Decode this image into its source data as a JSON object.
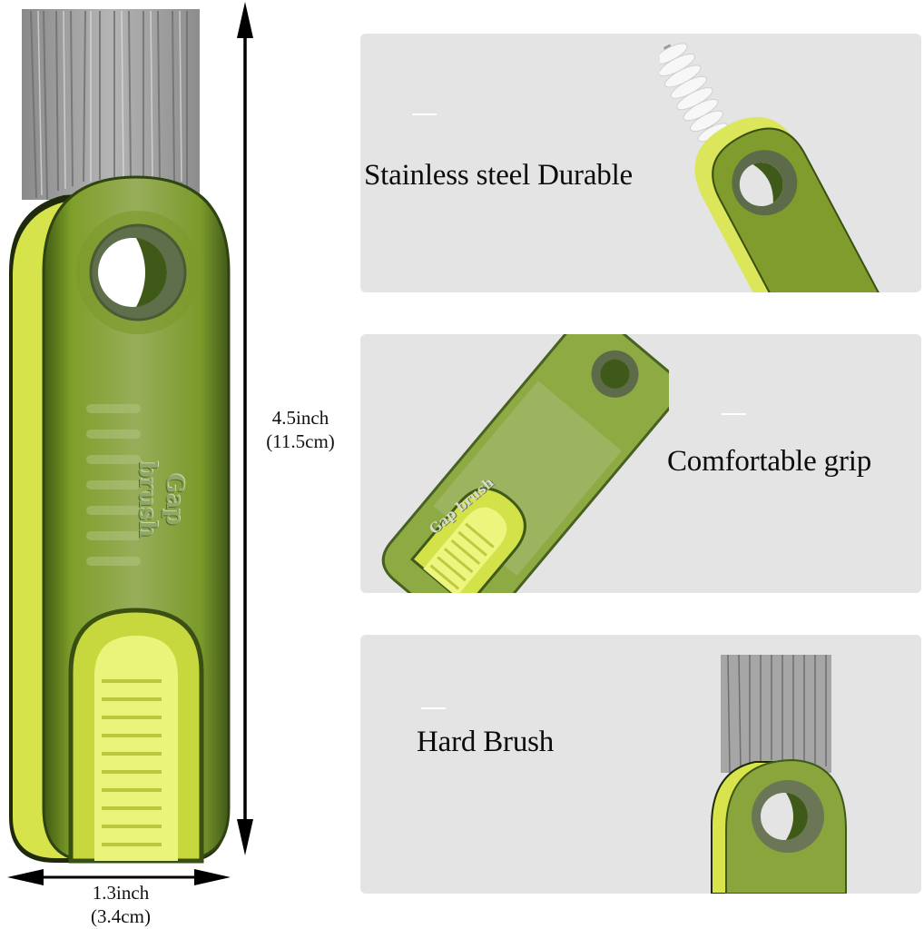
{
  "product": {
    "name_embossed": "Gap brush",
    "colors": {
      "body_green": "#6f8f1e",
      "accent_yellow": "#d9e84a",
      "bristle_gray": "#9a9a9a",
      "panel_bg": "#e4e4e4",
      "background": "#ffffff"
    }
  },
  "dimensions": {
    "height_label": "4.5inch",
    "height_metric": "(11.5cm)",
    "width_label": "1.3inch",
    "width_metric": "(3.4cm)"
  },
  "features": [
    {
      "title": "Stainless steel Durable",
      "image": "spiral-bristle-brush-head"
    },
    {
      "title": "Comfortable grip",
      "image": "silicone-grip-brush-end"
    },
    {
      "title": "Hard Brush",
      "image": "stiff-bristle-brush-head"
    }
  ]
}
